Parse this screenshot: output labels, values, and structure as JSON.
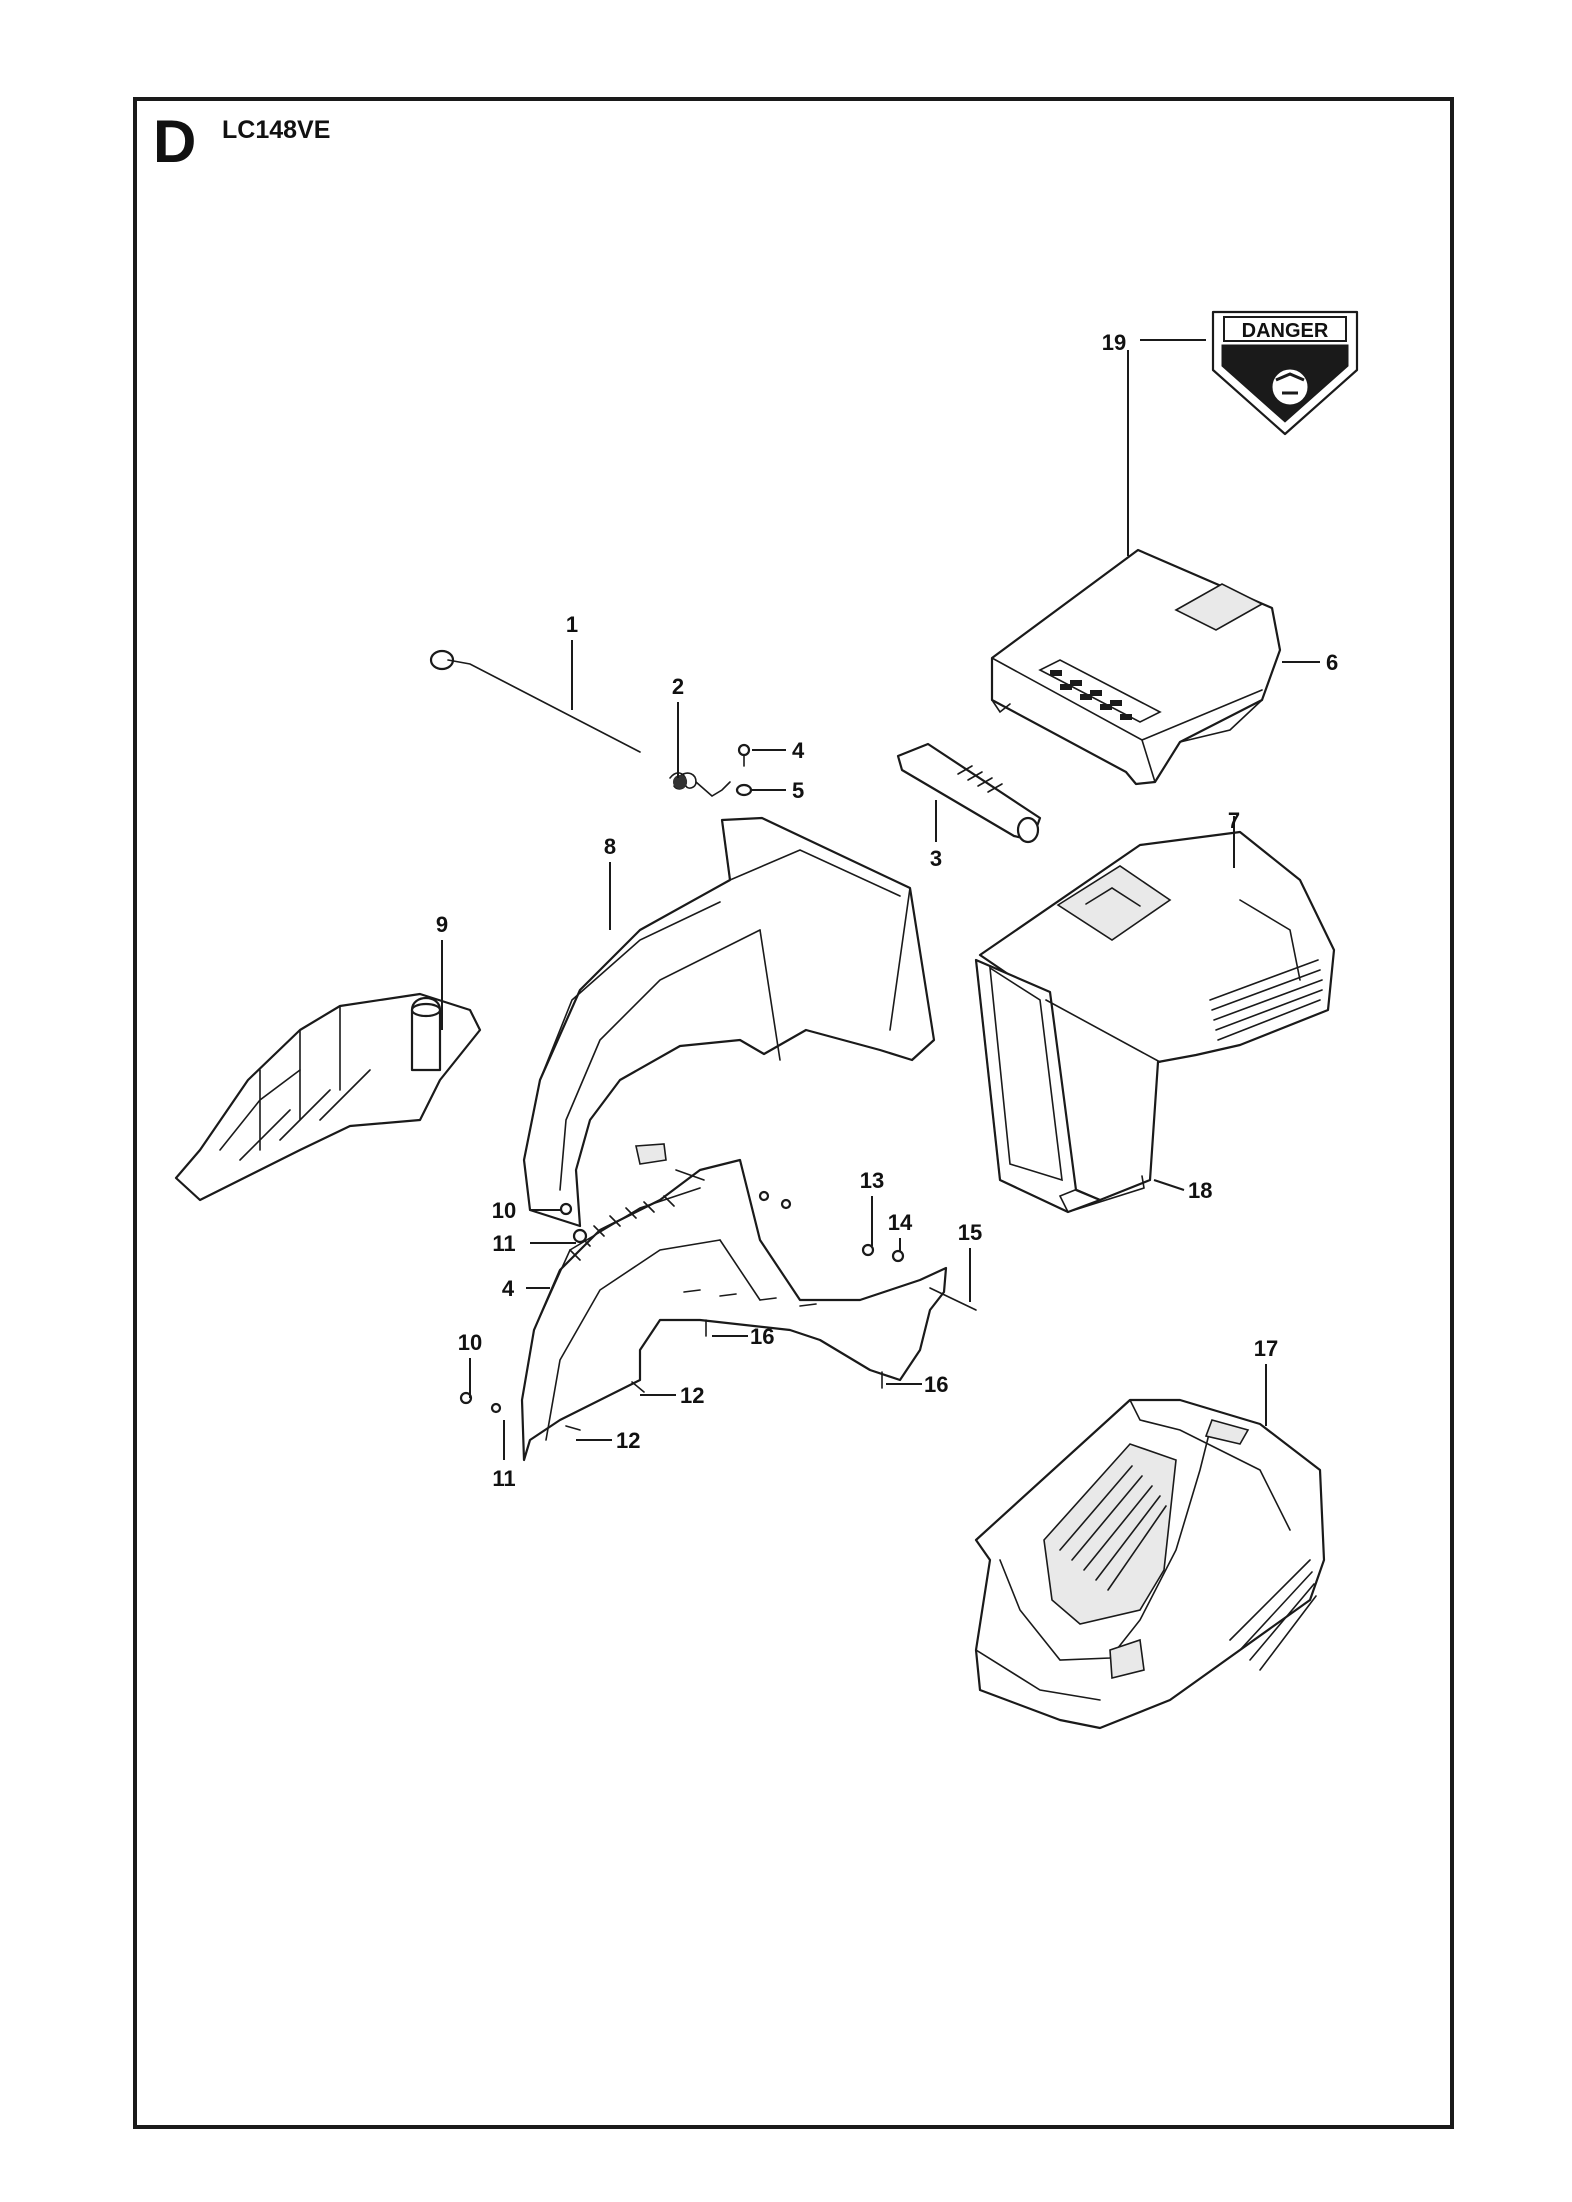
{
  "header": {
    "section_letter": "D",
    "model_code": "LC148VE"
  },
  "warning_decal": {
    "text": "DANGER"
  },
  "callouts": [
    {
      "id": "c1",
      "label": "1"
    },
    {
      "id": "c2",
      "label": "2"
    },
    {
      "id": "c3",
      "label": "3"
    },
    {
      "id": "c4a",
      "label": "4"
    },
    {
      "id": "c4b",
      "label": "4"
    },
    {
      "id": "c5",
      "label": "5"
    },
    {
      "id": "c6",
      "label": "6"
    },
    {
      "id": "c7",
      "label": "7"
    },
    {
      "id": "c8",
      "label": "8"
    },
    {
      "id": "c9",
      "label": "9"
    },
    {
      "id": "c10a",
      "label": "10"
    },
    {
      "id": "c10b",
      "label": "10"
    },
    {
      "id": "c11a",
      "label": "11"
    },
    {
      "id": "c11b",
      "label": "11"
    },
    {
      "id": "c12a",
      "label": "12"
    },
    {
      "id": "c12b",
      "label": "12"
    },
    {
      "id": "c13",
      "label": "13"
    },
    {
      "id": "c14",
      "label": "14"
    },
    {
      "id": "c15",
      "label": "15"
    },
    {
      "id": "c16a",
      "label": "16"
    },
    {
      "id": "c16b",
      "label": "16"
    },
    {
      "id": "c17",
      "label": "17"
    },
    {
      "id": "c18",
      "label": "18"
    },
    {
      "id": "c19",
      "label": "19"
    }
  ]
}
